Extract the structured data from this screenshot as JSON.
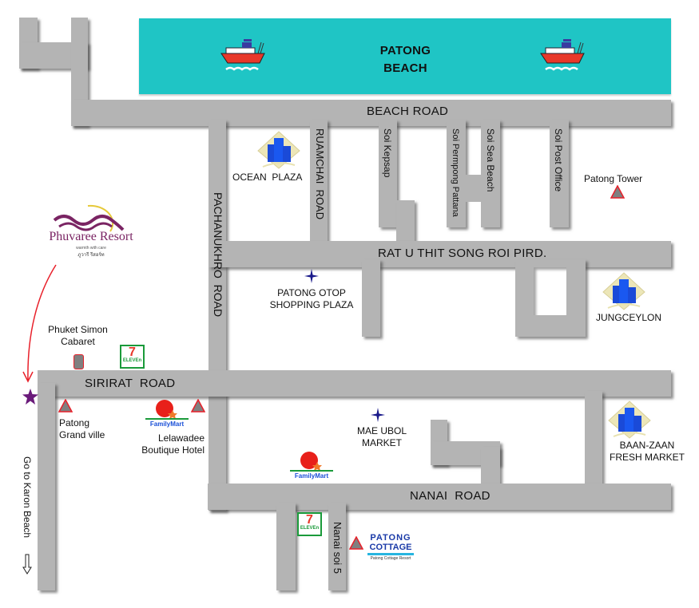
{
  "colors": {
    "road": "#b4b4b4",
    "sea": "#1fc5c5",
    "triangle_fill": "#808080",
    "triangle_stroke": "#e8202a",
    "star": "#6a1a7a",
    "arrow": "#e8202a",
    "brand_purple": "#7a2463"
  },
  "sea": {
    "label_line1": "PATONG",
    "label_line2": "BEACH"
  },
  "roads": {
    "beach_road": "BEACH ROAD",
    "rat_u_thit": "RAT U THIT SONG ROI PIRD.",
    "sirirat_road": "SIRIRAT  ROAD",
    "nanai_road": "NANAI  ROAD",
    "pachanukhro_road": "PACHANUKHRO  ROAD",
    "ruamchai_road": "RUAMCHAI  ROAD",
    "soi_kepsap": "Soi Kepsap",
    "soi_permpong": "Soi Permpong Pattana",
    "soi_sea_beach": "Soi Sea Beach",
    "soi_post_office": "Soi Post Office",
    "nanai_soi_5": "Nanai soi 5",
    "go_to_karon": "Go to Karon Beach"
  },
  "places": {
    "ocean_plaza": "OCEAN  PLAZA",
    "patong_tower": "Patong Tower",
    "otop_line1": "PATONG OTOP",
    "otop_line2": "SHOPPING PLAZA",
    "jungceylon": "JUNGCEYLON",
    "simon_line1": "Phuket Simon",
    "simon_line2": "Cabaret",
    "grandville_line1": "Patong",
    "grandville_line2": "Grand ville",
    "lelawadee_line1": "Lelawadee",
    "lelawadee_line2": "Boutique Hotel",
    "mae_ubol_line1": "MAE UBOL",
    "mae_ubol_line2": "MARKET",
    "baan_zaan_line1": "BAAN-ZAAN",
    "baan_zaan_line2": "FRESH MARKET",
    "familymart": "FamilyMart",
    "seven_eleven": "ELEVEn"
  },
  "logos": {
    "phuvaree": "Phuvaree Resort",
    "phuvaree_tagline": "warmth with care",
    "phuvaree_thai": "ภูวารี รีสอร์ท",
    "cottage_line1": "PATONG",
    "cottage_line2": "COTTAGE",
    "cottage_sub": "Patong Cottage Resort"
  },
  "icons": [
    "boat-icon",
    "building-icon",
    "triangle-landmark-icon",
    "cross-star-icon",
    "seven-eleven-icon",
    "familymart-icon",
    "purple-star-icon",
    "curved-arrow-icon",
    "down-arrow-icon"
  ]
}
